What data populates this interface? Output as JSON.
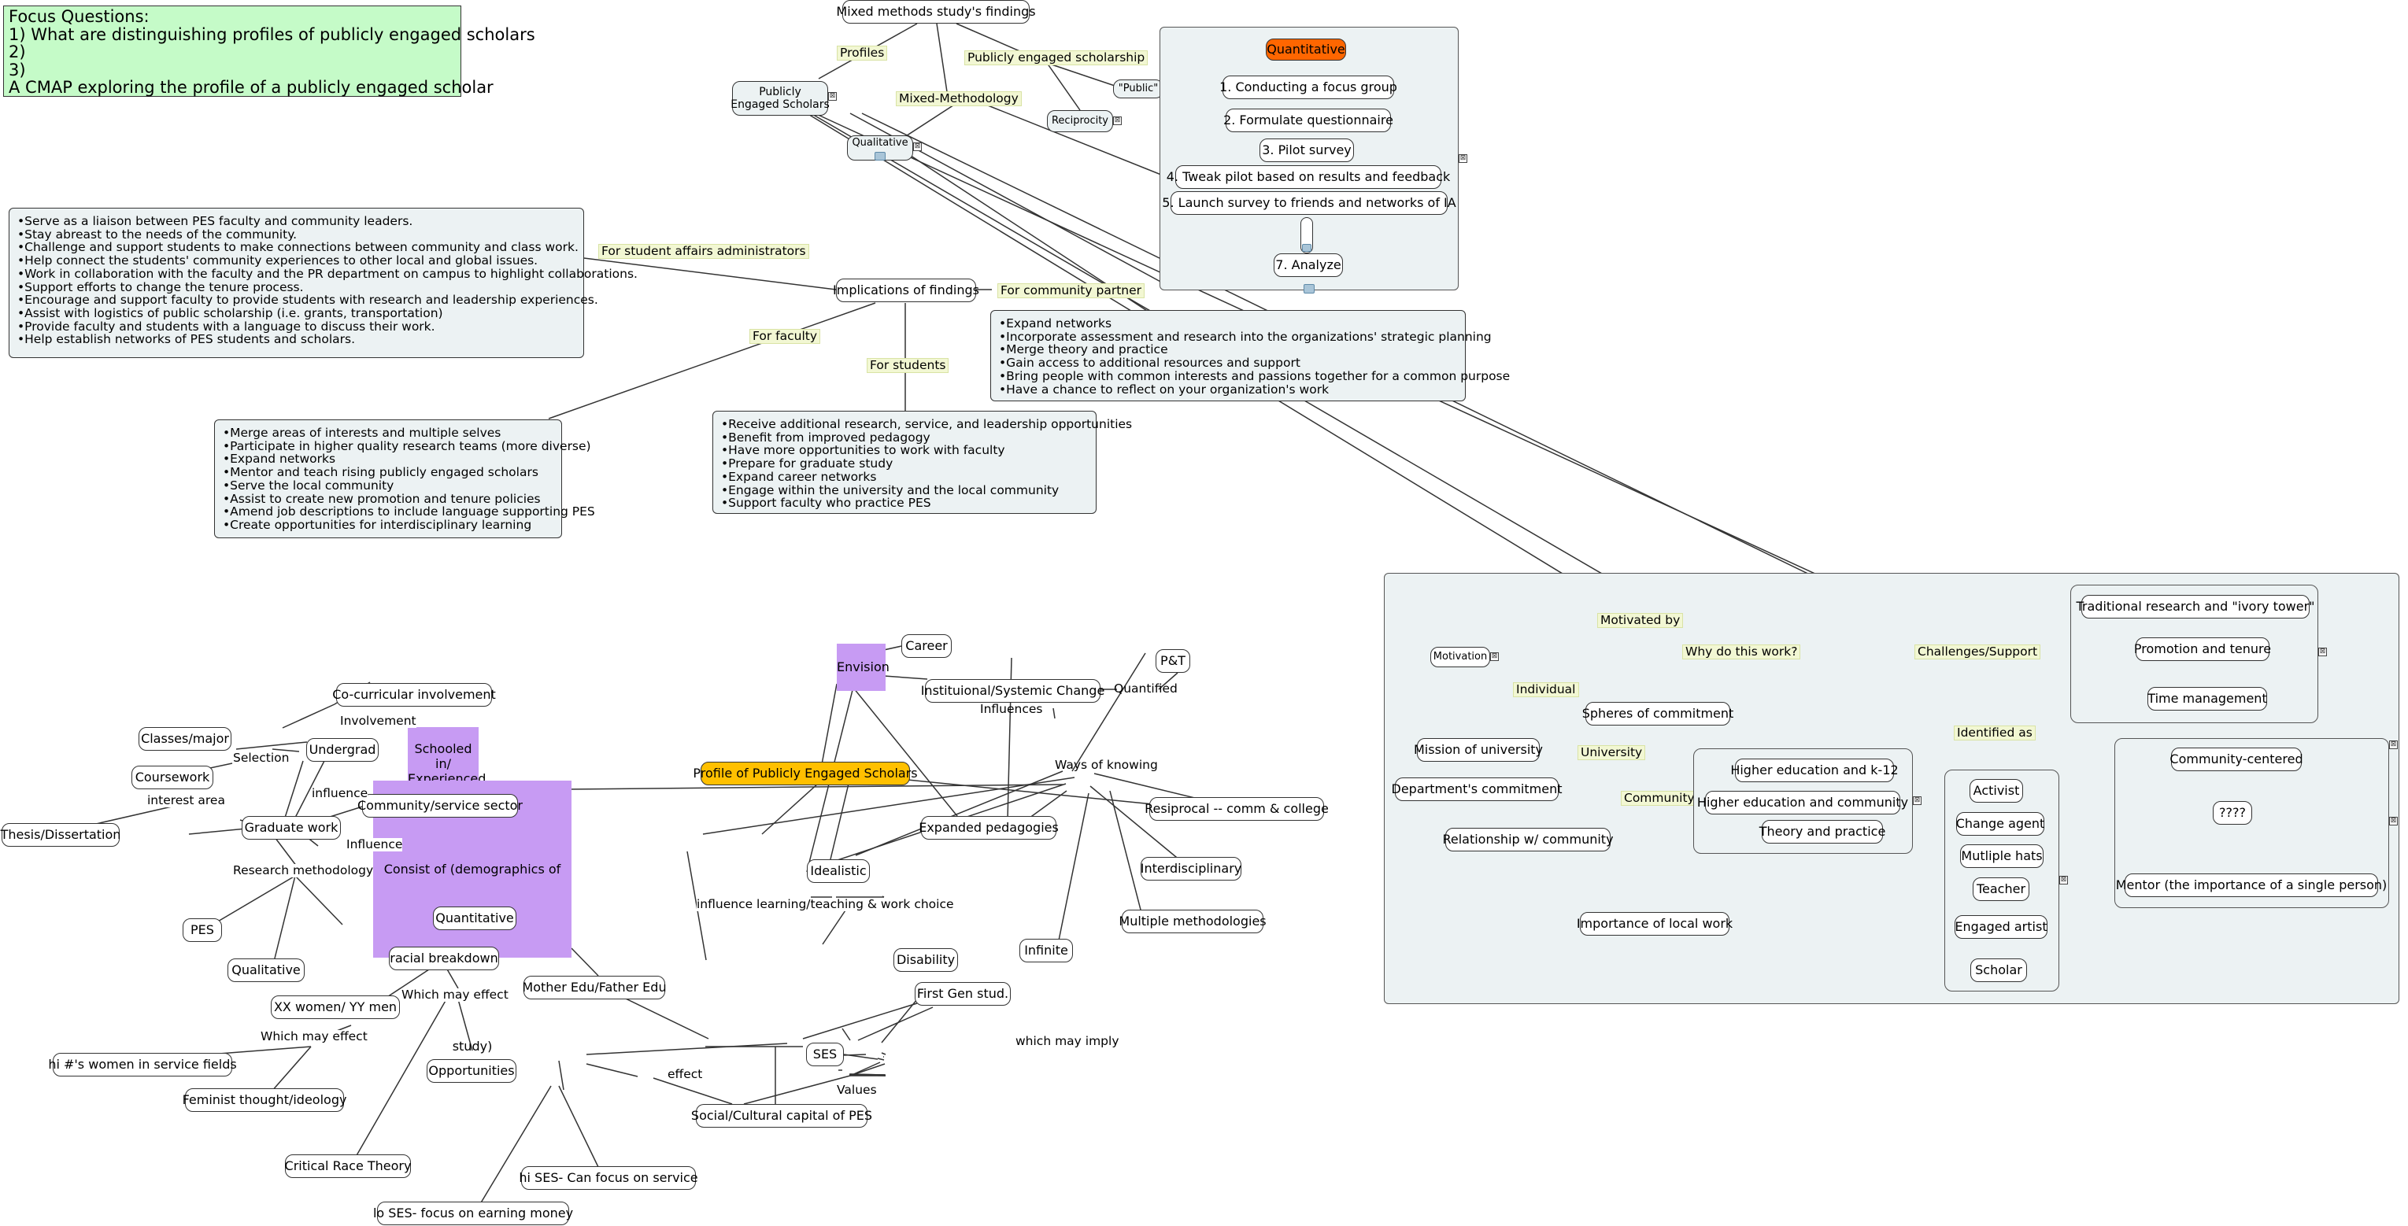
{
  "focus": {
    "title": "Focus Questions:",
    "q1": "1) What are distinguishing profiles of publicly engaged scholars",
    "q2": "2)",
    "q3": "3)",
    "cmap": "A CMAP exploring the profile of a publicly engaged scholar"
  },
  "top": {
    "mixed_findings": "Mixed methods study's findings",
    "pes_line1": "Publicly",
    "pes_line2": "Engaged Scholars",
    "qualitative": "Qualitative",
    "reciprocity": "Reciprocity",
    "public": "\"Public\"",
    "lbl_profiles": "Profiles",
    "lbl_pes": "Publicly engaged scholarship",
    "lbl_mixed": "Mixed-Methodology"
  },
  "quant": {
    "title": "Quantitative",
    "steps": [
      "1.  Conducting a focus group",
      "2.  Formulate questionnaire",
      "3.  Pilot survey",
      "4.  Tweak pilot based on results and feedback",
      "5.  Launch survey to friends and networks of IA",
      "7. Analyze"
    ]
  },
  "implications": {
    "center": "Implications of findings",
    "lbl_sa": "For student affairs administrators",
    "lbl_cp": "For community partner",
    "lbl_fac": "For faculty",
    "lbl_stu": "For students",
    "sa_items": [
      "•Serve as a liaison between PES faculty and community leaders.",
      "•Stay abreast to the needs of the community.",
      "•Challenge and support students to make connections between community and class work.",
      "•Help connect the students' community experiences to other local and global issues.",
      "•Work in collaboration with the faculty and the PR department on campus to highlight collaborations.",
      "•Support efforts to change the tenure process.",
      "•Encourage and support faculty to provide students with research and leadership experiences.",
      "•Assist with logistics of public scholarship (i.e. grants, transportation)",
      "•Provide faculty and students with a language to discuss their work.",
      "•Help establish networks of PES students and scholars."
    ],
    "cp_items": [
      "•Expand networks",
      "•Incorporate assessment and research into the organizations' strategic planning",
      "•Merge theory and practice",
      "•Gain access to additional resources and support",
      "•Bring people with common interests and passions together for a common purpose",
      "•Have a chance to reflect on your organization's work"
    ],
    "fac_items": [
      "•Merge areas of interests and multiple selves",
      "•Participate in higher quality research teams (more diverse)",
      "•Expand networks",
      "•Mentor and teach rising publicly engaged scholars",
      "•Serve the local community",
      "•Assist to create new promotion and tenure policies",
      "•Amend job descriptions to include language supporting PES",
      "•Create opportunities for interdisciplinary learning"
    ],
    "stu_items": [
      "•Receive additional research, service, and leadership opportunities",
      "•Benefit from improved pedagogy",
      "•Have more opportunities to work with faculty",
      "•Prepare for graduate study",
      "•Expand career networks",
      "•Engage within the university and the local community",
      "•Support faculty who practice PES"
    ]
  },
  "profile": {
    "center": "Profile of Publicly Engaged Scholars",
    "envision": "Envision",
    "career": "Career",
    "isc": "Instituional/Systemic Change",
    "pt": "P&T",
    "lbl_quantified": "Quantified",
    "lbl_influences": "Influences",
    "ways": "Ways of knowing",
    "resiprocal": "Resiprocal -- comm & college",
    "interdisciplinary": "Interdisciplinary",
    "multiple_methodologies": "Multiple methodologies",
    "infinite": "Infinite",
    "expanded_pedagogies": "Expanded pedagogies",
    "idealistic": "Idealistic",
    "lbl_influence_learning": "influence learning/teaching & work choice",
    "disability": "Disability",
    "schooled_line1": "Schooled in/",
    "schooled_line2": "Experienced",
    "consist": "Consist of (demographics of study)",
    "community_sector": "Community/service sector",
    "cocurricular": "Co-curricular involvement",
    "lbl_involvement": "Involvement",
    "classes": "Classes/major",
    "lbl_selection": "Selection",
    "undergrad": "Undergrad",
    "coursework": "Coursework",
    "lbl_influence_small": "influence",
    "lbl_interest": "interest area",
    "thesis": "Thesis/Dissertation",
    "graduate": "Graduate work",
    "lbl_influence": "Influence",
    "lbl_research": "Research methodology",
    "pes": "PES",
    "quantitative": "Quantitative",
    "qualitative": "Qualitative",
    "racial": "racial breakdown",
    "xx": "XX women/ YY men",
    "lbl_which1": "Which may effect",
    "lbl_which2": "Which may effect",
    "hi_women": "hi #'s women in service fields",
    "feminist": "Feminist thought/ideology",
    "opportunities": "Opportunities",
    "crt": "Critical Race Theory",
    "mother": "Mother Edu/Father Edu",
    "first_gen": "First Gen stud.",
    "lbl_imply": "which may imply",
    "ses": "SES",
    "lbl_effect": "effect",
    "lbl_values": "Values",
    "social": "Social/Cultural capital of PES",
    "hi_ses": "hi SES- Can focus on service",
    "lo_ses": "lo SES- focus on earning money"
  },
  "right": {
    "motivation": "Motivation",
    "lbl_motivated": "Motivated by",
    "lbl_why": "Why do this work?",
    "lbl_challenges": "Challenges/Support",
    "lbl_individual": "Individual",
    "spheres": "Spheres of commitment",
    "lbl_university": "University",
    "lbl_community": "Community",
    "mission": "Mission of university",
    "dept": "Department's commitment",
    "relationship": "Relationship w/ community",
    "local": "Importance of local work",
    "he_k12": "Higher education and k-12",
    "he_comm": "Higher education and community",
    "theory": "Theory and practice",
    "lbl_identified": "Identified as",
    "identities": [
      "Activist",
      "Change agent",
      "Mutliple hats",
      "Teacher",
      "Engaged artist",
      "Scholar"
    ],
    "traditional": "Traditional research and \"ivory tower\"",
    "promotion": "Promotion and tenure",
    "time": "Time management",
    "community_centered": "Community-centered",
    "unknown": "????",
    "mentor": "Mentor (the importance of a single person)"
  },
  "colors": {
    "focus_bg": "#c5fbc8",
    "quant_bg": "#ff6600",
    "profile_bg": "#ffc000",
    "purple": "#c79bf3",
    "panel_bg": "#ecf2f3",
    "label_bg": "#f2f7d3"
  }
}
